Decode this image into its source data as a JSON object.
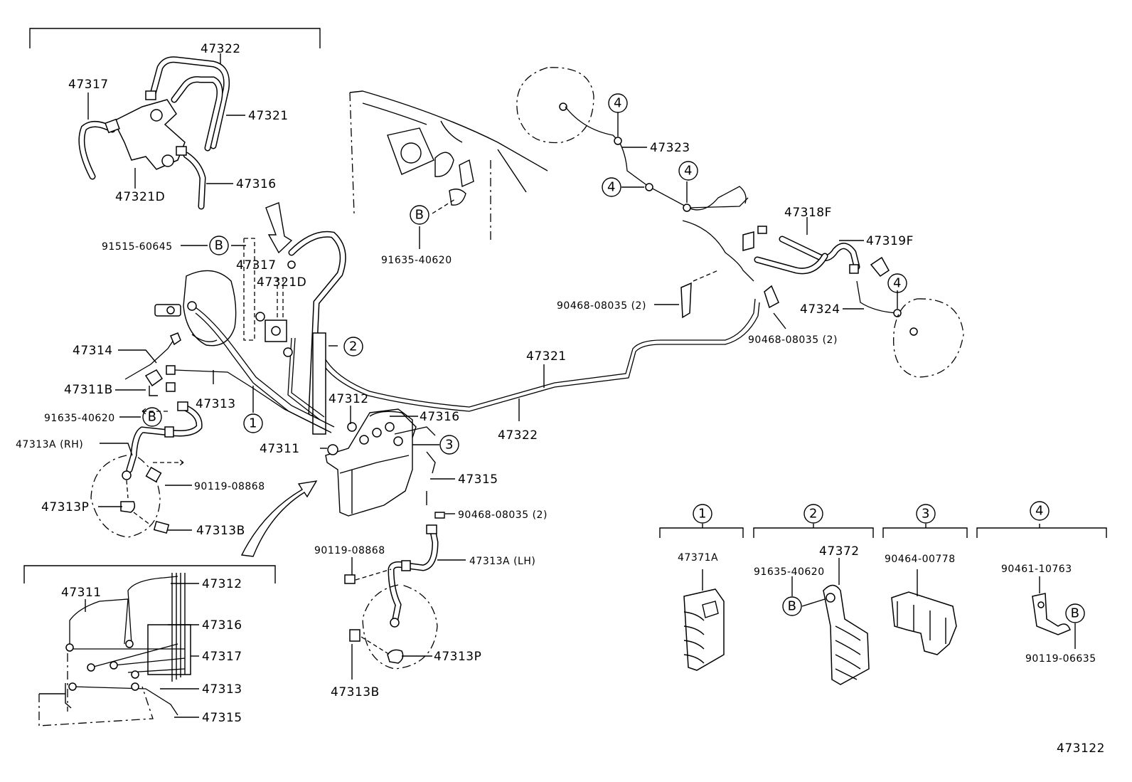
{
  "diagram_id": "473122",
  "top_inset": {
    "labels": [
      "47322",
      "47317",
      "47321",
      "47321D",
      "47316"
    ]
  },
  "main": {
    "labels": {
      "l47323": "47323",
      "l47318F": "47318F",
      "l47319F": "47319F",
      "l47324": "47324",
      "l90468a": "90468-08035 (2)",
      "l90468b": "90468-08035 (2)",
      "l91515": "91515-60645",
      "l91635a": "91635-40620",
      "l47317": "47317",
      "l47321D": "47321D",
      "l47314": "47314",
      "l47311B": "47311B",
      "l91635b": "91635-40620",
      "l47313": "47313",
      "l47313A_RH": "47313A (RH)",
      "l90119a": "90119-08868",
      "l47313P_a": "47313P",
      "l47313B_a": "47313B",
      "l47321": "47321",
      "l47322": "47322",
      "l47312": "47312",
      "l47316": "47316",
      "l47311": "47311",
      "l47315": "47315",
      "l90468c": "90468-08035 (2)",
      "l90119b": "90119-08868",
      "l47313A_LH": "47313A (LH)",
      "l47313P_b": "47313P",
      "l47313B_b": "47313B"
    },
    "callout_marks": {
      "c1": "1",
      "c2": "2",
      "c3": "3",
      "c4a": "4",
      "c4b": "4",
      "c4c": "4",
      "c4d": "4",
      "b1": "B",
      "b2": "B",
      "b3": "B"
    }
  },
  "bottom_inset": {
    "labels": [
      "47311",
      "47312",
      "47316",
      "47317",
      "47313",
      "47315"
    ]
  },
  "clamp_legend": [
    {
      "mark": "1",
      "parts": [
        "47371A"
      ]
    },
    {
      "mark": "2",
      "parts": [
        "47372",
        "91635-40620"
      ],
      "ref": "B"
    },
    {
      "mark": "3",
      "parts": [
        "90464-00778"
      ]
    },
    {
      "mark": "4",
      "parts": [
        "90461-10763",
        "90119-06635"
      ],
      "ref": "B"
    }
  ]
}
